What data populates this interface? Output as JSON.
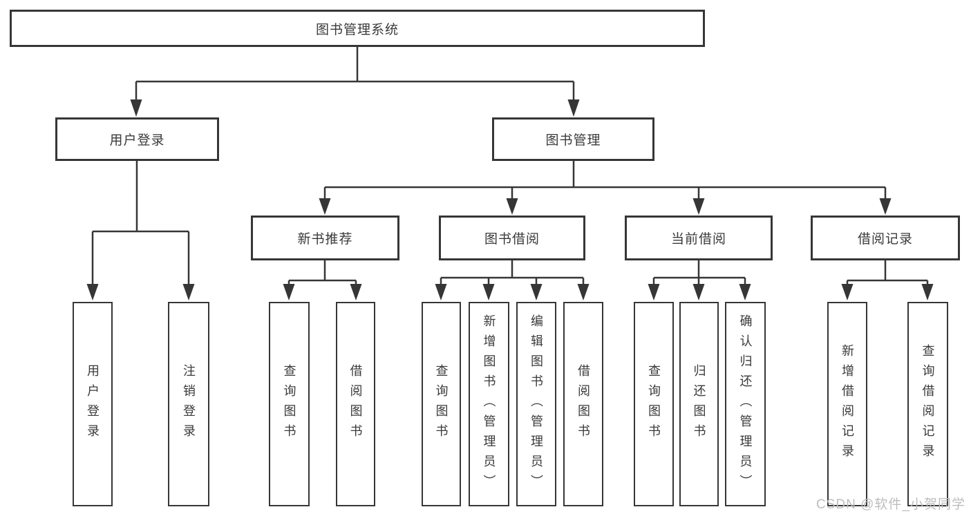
{
  "diagram": {
    "root": {
      "label": "图书管理系统"
    },
    "branches": [
      {
        "label": "用户登录",
        "children": [
          {
            "label": "用户登录"
          },
          {
            "label": "注销登录"
          }
        ]
      },
      {
        "label": "图书管理",
        "children": [
          {
            "label": "新书推荐",
            "children": [
              {
                "label": "查询图书"
              },
              {
                "label": "借阅图书"
              }
            ]
          },
          {
            "label": "图书借阅",
            "children": [
              {
                "label": "查询图书"
              },
              {
                "label": "新增图书（管理员）"
              },
              {
                "label": "编辑图书（管理员）"
              },
              {
                "label": "借阅图书"
              }
            ]
          },
          {
            "label": "当前借阅",
            "children": [
              {
                "label": "查询图书"
              },
              {
                "label": "归还图书"
              },
              {
                "label": "确认归还（管理员）"
              }
            ]
          },
          {
            "label": "借阅记录",
            "children": [
              {
                "label": "新增借阅记录"
              },
              {
                "label": "查询借阅记录"
              }
            ]
          }
        ]
      }
    ]
  },
  "watermark": {
    "text": "CSDN @软件_小贺同学"
  },
  "colors": {
    "line": "#363636",
    "box_border": "#363636",
    "text": "#3a3a3a",
    "background": "#ffffff",
    "watermark": "#bdbdbd"
  }
}
